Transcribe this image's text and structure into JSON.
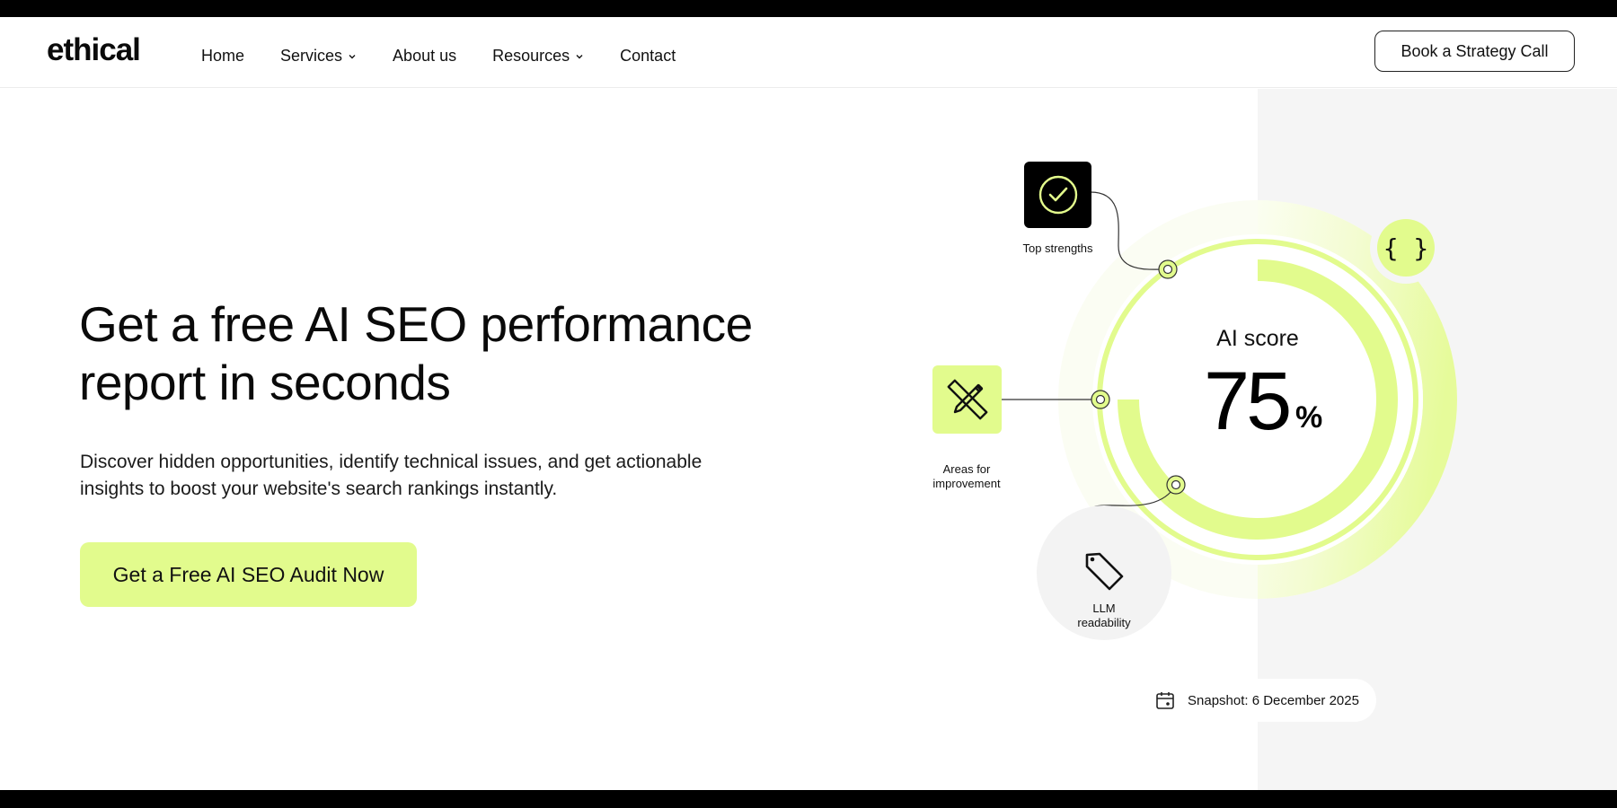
{
  "header": {
    "logo": "ethical",
    "nav": [
      {
        "label": "Home",
        "has_dropdown": false
      },
      {
        "label": "Services",
        "has_dropdown": true
      },
      {
        "label": "About us",
        "has_dropdown": false
      },
      {
        "label": "Resources",
        "has_dropdown": true
      },
      {
        "label": "Contact",
        "has_dropdown": false
      }
    ],
    "cta_label": "Book a Strategy Call"
  },
  "hero": {
    "title_line1": "Get a free AI SEO performance",
    "title_line2": "report in seconds",
    "subtitle_line1": "Discover hidden opportunities, identify technical issues, and get actionable",
    "subtitle_line2": "insights to boost your website's search rankings instantly.",
    "cta_label": "Get a Free AI SEO Audit Now"
  },
  "score_card": {
    "label": "AI score",
    "value": "75",
    "unit": "%",
    "progress_percent": 75,
    "nodes": [
      {
        "label": "Top strengths",
        "icon": "check-circle-icon"
      },
      {
        "label_line1": "Areas for",
        "label_line2": "improvement",
        "icon": "pencil-ruler-icon"
      },
      {
        "label_line1": "LLM",
        "label_line2": "readability",
        "icon": "tag-icon"
      }
    ],
    "badge_icon": "code-braces-icon",
    "badge_glyph": "{ }",
    "snapshot_label": "Snapshot: 6 December 2025",
    "snapshot_icon": "calendar-icon"
  },
  "colors": {
    "accent": "#e2fb8d",
    "accent_strong": "#dcfa80",
    "accent_icon": "#e3fb8c",
    "panel_bg": "#f5f5f5",
    "dark": "#0a0a0a"
  }
}
